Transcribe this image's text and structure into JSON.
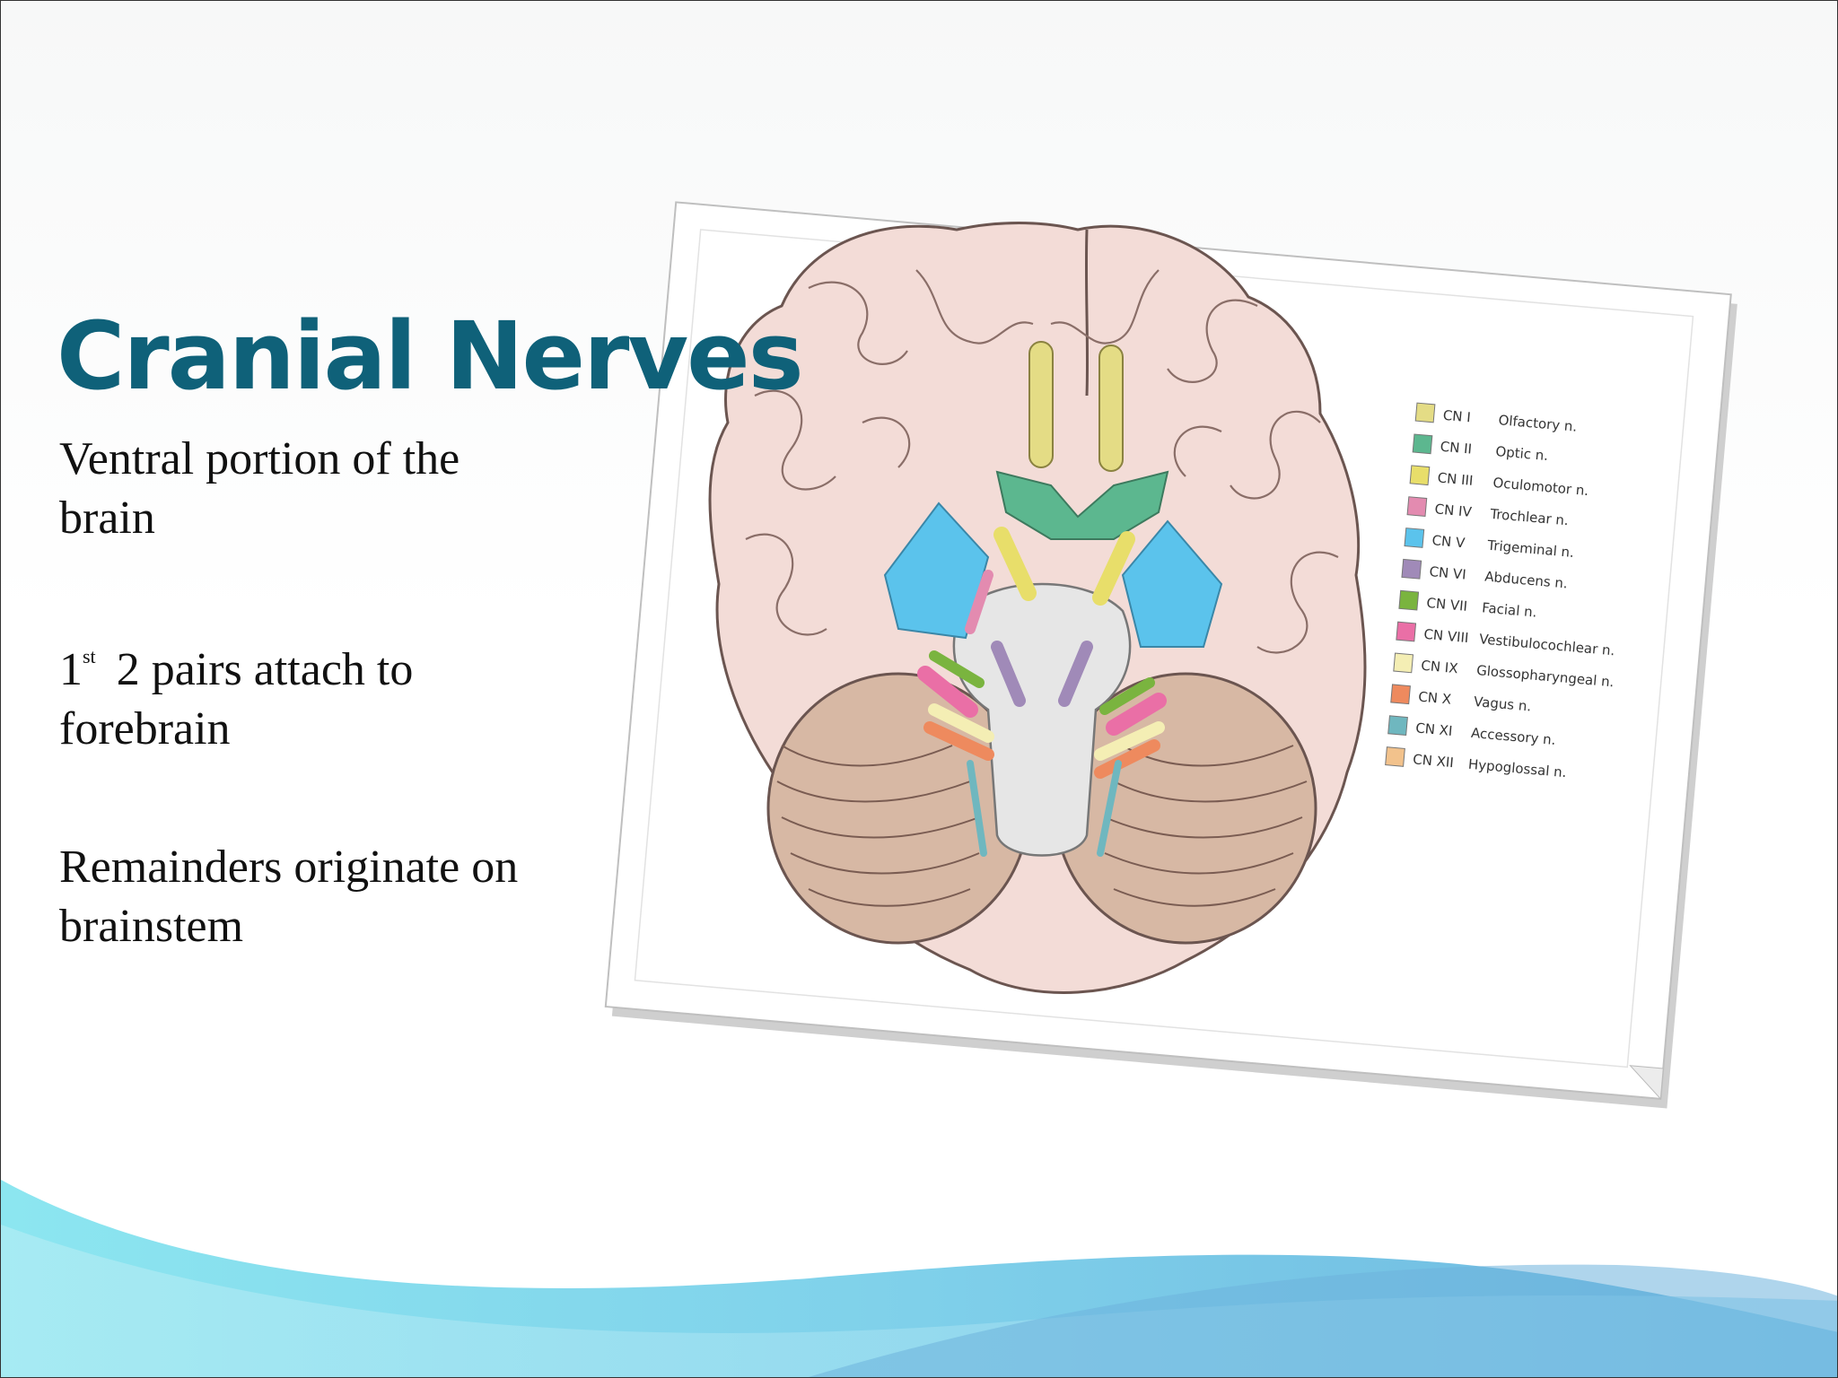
{
  "slide": {
    "title": "Cranial Nerves",
    "bullets": [
      {
        "lines": [
          "Ventral portion of the",
          "brain"
        ]
      },
      {
        "sup_number": "1",
        "sup": "st",
        "lines_after": [
          " 2 pairs attach to",
          "forebrain"
        ]
      },
      {
        "lines": [
          "Remainders originate on",
          "brainstem"
        ]
      }
    ]
  },
  "figure": {
    "legend": [
      {
        "code": "CN I",
        "name": "Olfactory n.",
        "color": "#e4dc85"
      },
      {
        "code": "CN II",
        "name": "Optic n.",
        "color": "#5cb78f"
      },
      {
        "code": "CN III",
        "name": "Oculomotor n.",
        "color": "#e8de6a"
      },
      {
        "code": "CN IV",
        "name": "Trochlear n.",
        "color": "#e38bb0"
      },
      {
        "code": "CN V",
        "name": "Trigeminal n.",
        "color": "#5bc3ec"
      },
      {
        "code": "CN VI",
        "name": "Abducens n.",
        "color": "#a08ab8"
      },
      {
        "code": "CN VII",
        "name": "Facial n.",
        "color": "#7ab43f"
      },
      {
        "code": "CN VIII",
        "name": "Vestibulocochlear n.",
        "color": "#ea6fa6"
      },
      {
        "code": "CN IX",
        "name": "Glossopharyngeal n.",
        "color": "#f4eeb4"
      },
      {
        "code": "CN X",
        "name": "Vagus n.",
        "color": "#ee8a5e"
      },
      {
        "code": "CN XI",
        "name": "Accessory n.",
        "color": "#6fb7bf"
      },
      {
        "code": "CN XII",
        "name": "Hypoglossal n.",
        "color": "#f2c28c"
      }
    ]
  },
  "colors": {
    "title": "#0f6179",
    "wave_light": "#8fe0ee",
    "wave_dark": "#6cb9dc"
  }
}
